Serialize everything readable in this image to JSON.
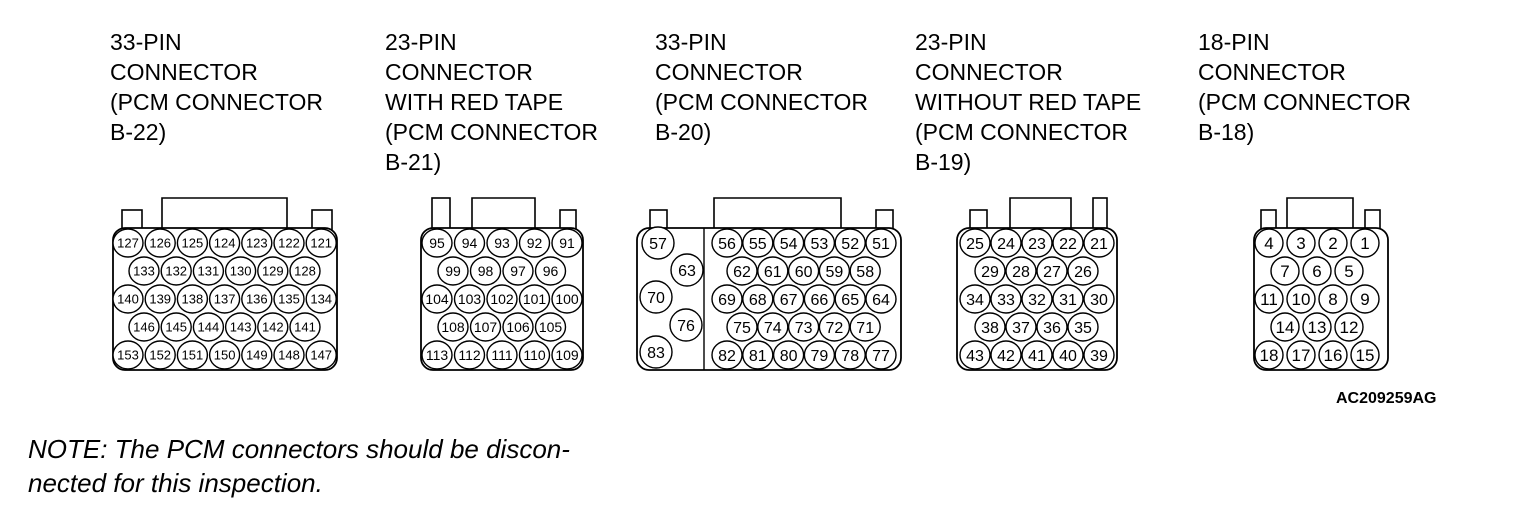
{
  "labels": [
    {
      "lines": [
        "33-PIN",
        "CONNECTOR",
        "(PCM CONNECTOR",
        "B-22)"
      ]
    },
    {
      "lines": [
        "23-PIN",
        "CONNECTOR",
        "WITH RED TAPE",
        "(PCM CONNECTOR",
        "B-21)"
      ]
    },
    {
      "lines": [
        "33-PIN",
        "CONNECTOR",
        "(PCM CONNECTOR",
        "B-20)"
      ]
    },
    {
      "lines": [
        "23-PIN",
        "CONNECTOR",
        "WITHOUT RED TAPE",
        "(PCM CONNECTOR",
        "B-19)"
      ]
    },
    {
      "lines": [
        "18-PIN",
        "CONNECTOR",
        "(PCM CONNECTOR",
        "B-18)"
      ]
    }
  ],
  "connectors": [
    {
      "pin_rows": [
        [
          "127",
          "126",
          "125",
          "124",
          "123",
          "122",
          "121"
        ],
        [
          "133",
          "132",
          "131",
          "130",
          "129",
          "128"
        ],
        [
          "140",
          "139",
          "138",
          "137",
          "136",
          "135",
          "134"
        ],
        [
          "146",
          "145",
          "144",
          "143",
          "142",
          "141"
        ],
        [
          "153",
          "152",
          "151",
          "150",
          "149",
          "148",
          "147"
        ]
      ]
    },
    {
      "pin_rows": [
        [
          "95",
          "94",
          "93",
          "92",
          "91"
        ],
        [
          "99",
          "98",
          "97",
          "96"
        ],
        [
          "104",
          "103",
          "102",
          "101",
          "100"
        ],
        [
          "108",
          "107",
          "106",
          "105"
        ],
        [
          "113",
          "112",
          "111",
          "110",
          "109"
        ]
      ]
    },
    {
      "pin_rows": [
        [
          "56",
          "55",
          "54",
          "53",
          "52",
          "51"
        ],
        [
          "62",
          "61",
          "60",
          "59",
          "58"
        ],
        [
          "69",
          "68",
          "67",
          "66",
          "65",
          "64"
        ],
        [
          "75",
          "74",
          "73",
          "72",
          "71"
        ],
        [
          "82",
          "81",
          "80",
          "79",
          "78",
          "77"
        ]
      ],
      "left_pins": [
        "57",
        "63",
        "70",
        "76",
        "83"
      ]
    },
    {
      "pin_rows": [
        [
          "25",
          "24",
          "23",
          "22",
          "21"
        ],
        [
          "29",
          "28",
          "27",
          "26"
        ],
        [
          "34",
          "33",
          "32",
          "31",
          "30"
        ],
        [
          "38",
          "37",
          "36",
          "35"
        ],
        [
          "43",
          "42",
          "41",
          "40",
          "39"
        ]
      ]
    },
    {
      "pin_rows": [
        [
          "4",
          "3",
          "2",
          "1"
        ],
        [
          "7",
          "6",
          "5"
        ],
        [
          "11",
          "10",
          "8",
          "9"
        ],
        [
          "14",
          "13",
          "12"
        ],
        [
          "18",
          "17",
          "16",
          "15"
        ]
      ]
    }
  ],
  "figure_id": "AC209259AG",
  "note": {
    "lines": [
      "NOTE: The PCM connectors should be discon-",
      "nected for this inspection."
    ]
  }
}
